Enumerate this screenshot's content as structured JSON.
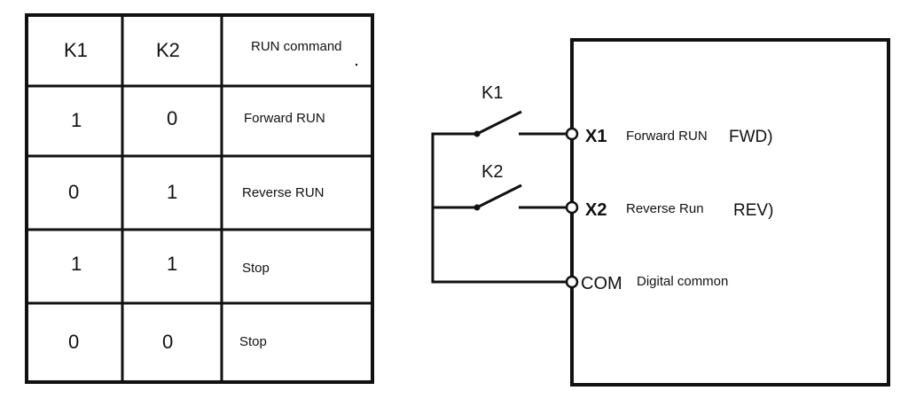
{
  "table": {
    "headers": [
      "K1",
      "K2",
      "RUN command"
    ],
    "rows": [
      [
        "1",
        "0",
        "Forward RUN"
      ],
      [
        "0",
        "1",
        "Reverse RUN"
      ],
      [
        "1",
        "1",
        "Stop"
      ],
      [
        "0",
        "0",
        "Stop"
      ]
    ]
  },
  "circuit": {
    "switch_k1": "K1",
    "switch_k2": "K2",
    "terminals": [
      {
        "name": "X1",
        "description": "Forward RUN",
        "mode": "FWD)"
      },
      {
        "name": "X2",
        "description": "Reverse Run",
        "mode": "REV)"
      },
      {
        "name": "COM",
        "description": "Digital common",
        "mode": ""
      }
    ]
  }
}
